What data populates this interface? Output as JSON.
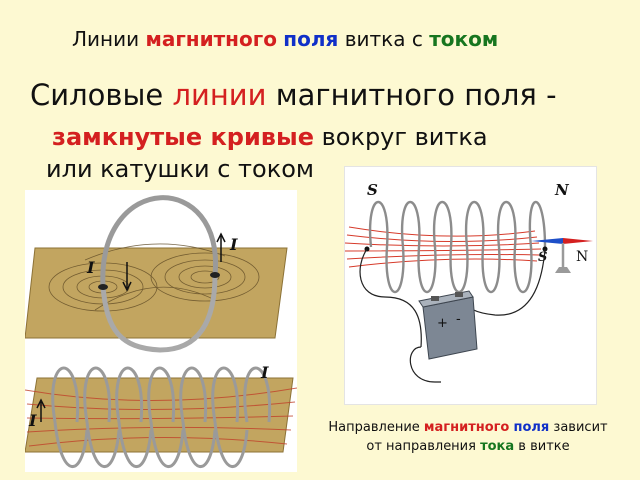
{
  "title": {
    "part1": "Линии ",
    "word_magnetic": "магнитного",
    "space1": " ",
    "word_field": "поля",
    "part2": " витка с ",
    "word_current": "током"
  },
  "statement": {
    "line1_start": "Силовые ",
    "line1_highlight": "линии",
    "line1_end": " магнитного поля -",
    "line2_highlight": "замкнутые кривые",
    "line2_end": " вокруг витка",
    "line3": "или катушки с током"
  },
  "left_figure": {
    "label_current_a": "I",
    "label_current_b": "I",
    "label_current_c": "I",
    "label_current_d": "I"
  },
  "right_figure": {
    "label_s_left": "S",
    "label_n_right": "N",
    "label_s_compass": "S",
    "label_n_compass": "N",
    "battery_plus": "+",
    "battery_minus": "-"
  },
  "caption": {
    "p1": "Направление ",
    "p2": "магнитного",
    "p3": " ",
    "p4": "поля",
    "p5": " зависит от направления ",
    "p6": "тока",
    "p7": " в витке"
  },
  "colors": {
    "background": "#fdf9d2",
    "accent_red": "#d42020",
    "accent_blue": "#1030c8",
    "accent_green": "#17761f"
  }
}
